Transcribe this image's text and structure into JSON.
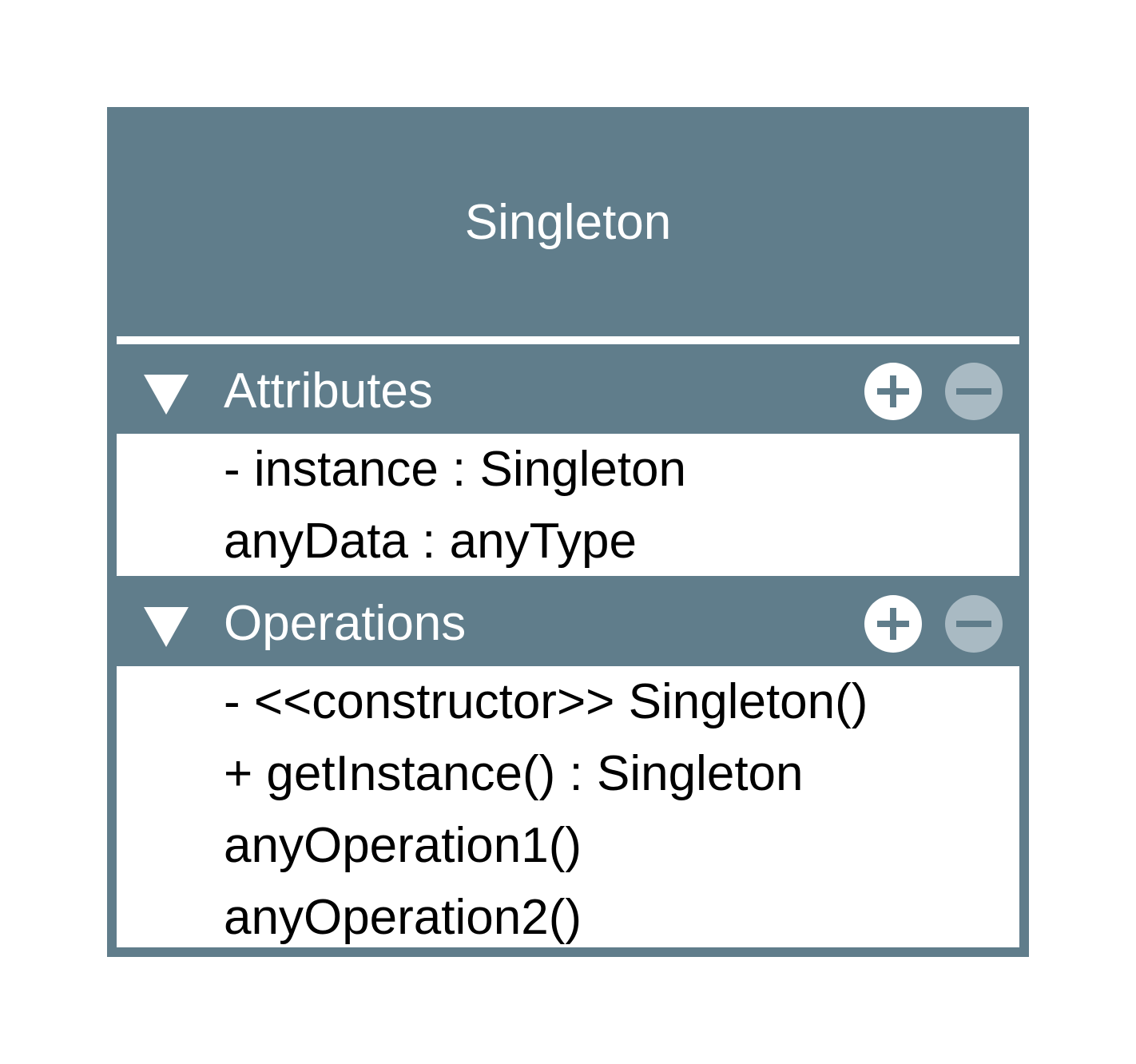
{
  "class": {
    "name": "Singleton",
    "colors": {
      "header": "#607d8b",
      "body": "#ffffff",
      "add_icon": "#ffffff",
      "remove_icon": "#a9bac3"
    },
    "attributes": {
      "title": "Attributes",
      "toggle_icon": "triangle-down-icon",
      "add_icon": "plus-circle-icon",
      "remove_icon": "minus-circle-icon",
      "items": [
        "- instance : Singleton",
        "anyData : anyType"
      ]
    },
    "operations": {
      "title": "Operations",
      "toggle_icon": "triangle-down-icon",
      "add_icon": "plus-circle-icon",
      "remove_icon": "minus-circle-icon",
      "items": [
        "- <<constructor>> Singleton()",
        "+ getInstance() : Singleton",
        "anyOperation1()",
        "anyOperation2()"
      ]
    }
  }
}
